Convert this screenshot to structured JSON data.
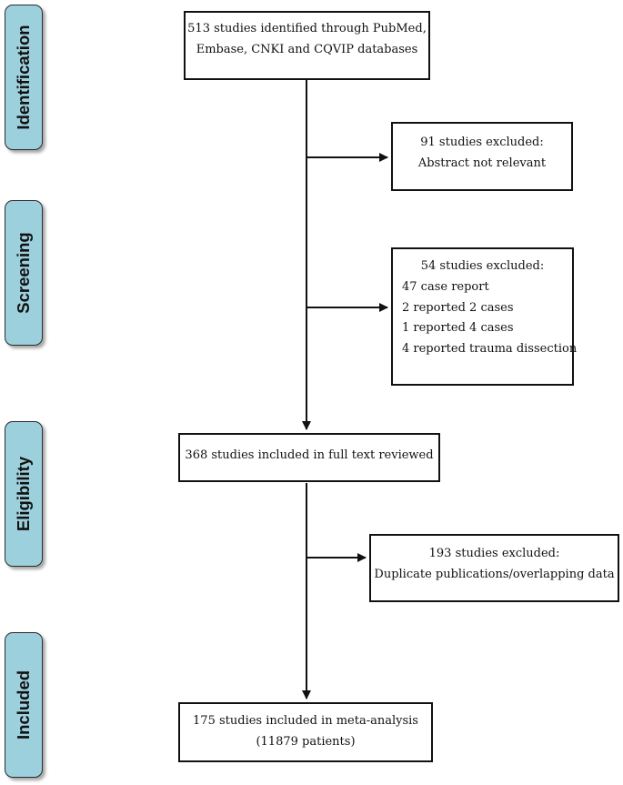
{
  "stages": [
    {
      "label": "Identification"
    },
    {
      "label": "Screening"
    },
    {
      "label": "Eligibility"
    },
    {
      "label": "Included"
    }
  ],
  "boxes": {
    "identified": {
      "lines": [
        "513 studies identified through PubMed,",
        "Embase, CNKI and CQVIP databases"
      ]
    },
    "excluded_abstract": {
      "lines": [
        "91 studies excluded:",
        "Abstract not relevant"
      ]
    },
    "excluded_screening": {
      "title": "54 studies excluded:",
      "items": [
        "47 case report",
        "2 reported 2 cases",
        "1 reported 4 cases",
        "4 reported trauma dissection"
      ]
    },
    "fulltext": {
      "lines": [
        "368 studies included in full text reviewed"
      ]
    },
    "excluded_duplicates": {
      "lines": [
        "193 studies excluded:",
        "Duplicate publications/overlapping data"
      ]
    },
    "included": {
      "lines": [
        "175 studies included in meta-analysis",
        "(11879 patients)"
      ]
    }
  }
}
